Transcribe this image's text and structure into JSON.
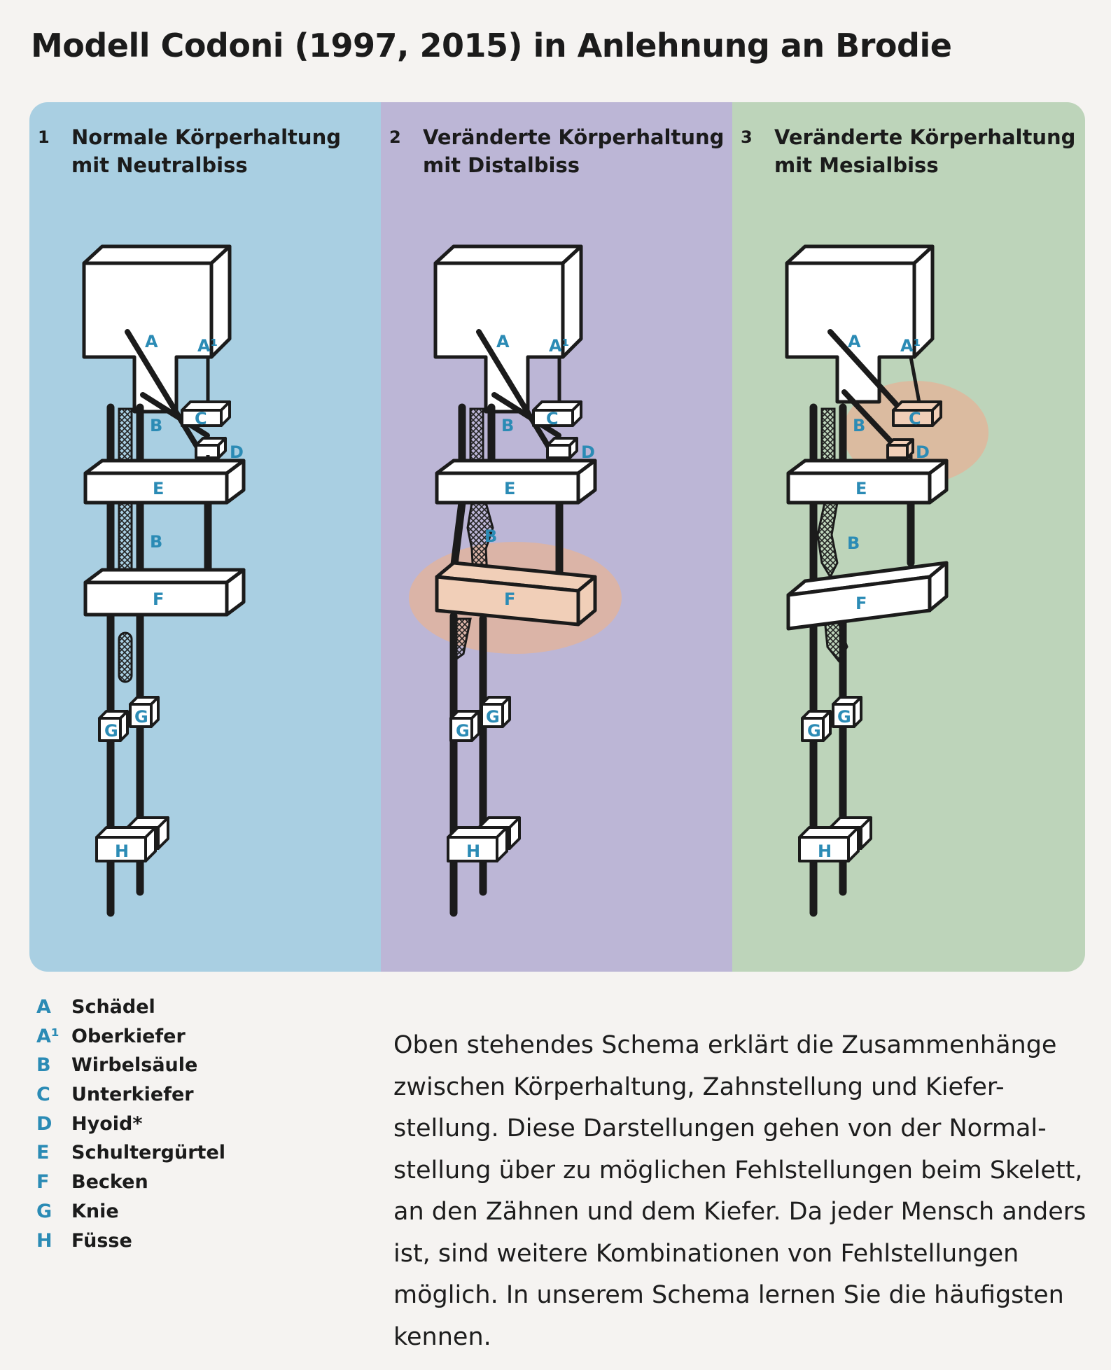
{
  "title": "Modell Codoni (1997, 2015) in Anlehnung an Brodie",
  "colors": {
    "panel1": "#a9cfe2",
    "panel2": "#bcb6d6",
    "panel3": "#bdd4ba",
    "label_blue": "#2b8bb5",
    "highlight": "#e6b397",
    "highlight_fill": "#f1cfb8"
  },
  "panels": [
    {
      "number": "1",
      "line1": "Normale Körperhaltung",
      "line2": "mit Neutralbiss"
    },
    {
      "number": "2",
      "line1": "Veränderte Körperhaltung",
      "line2": "mit Distalbiss"
    },
    {
      "number": "3",
      "line1": "Veränderte Körperhaltung",
      "line2": "mit Mesialbiss"
    }
  ],
  "figure_labels": {
    "A": "A",
    "A1": "A¹",
    "B": "B",
    "C": "C",
    "D": "D",
    "E": "E",
    "F": "F",
    "G": "G",
    "H": "H"
  },
  "legend": [
    {
      "key": "A",
      "label": "Schädel"
    },
    {
      "key": "A¹",
      "label": "Oberkiefer"
    },
    {
      "key": "B",
      "label": "Wirbelsäule"
    },
    {
      "key": "C",
      "label": "Unterkiefer"
    },
    {
      "key": "D",
      "label": "Hyoid*"
    },
    {
      "key": "E",
      "label": "Schultergürtel"
    },
    {
      "key": "F",
      "label": "Becken"
    },
    {
      "key": "G",
      "label": "Knie"
    },
    {
      "key": "H",
      "label": "Füsse"
    }
  ],
  "body_lines": [
    "Oben stehendes Schema erklärt die Zusammenhänge",
    "zwischen Körperhaltung, Zahnstellung und Kiefer-",
    "stellung. Diese Darstellungen gehen von der Normal-",
    "stellung über zu möglichen Fehlstellungen beim Skelett,",
    "an den Zähnen und dem Kiefer. Da jeder Mensch anders",
    "ist, sind weitere Kombinationen von Fehlstellungen",
    "möglich. In unserem Schema lernen Sie die häufigsten",
    "kennen."
  ]
}
